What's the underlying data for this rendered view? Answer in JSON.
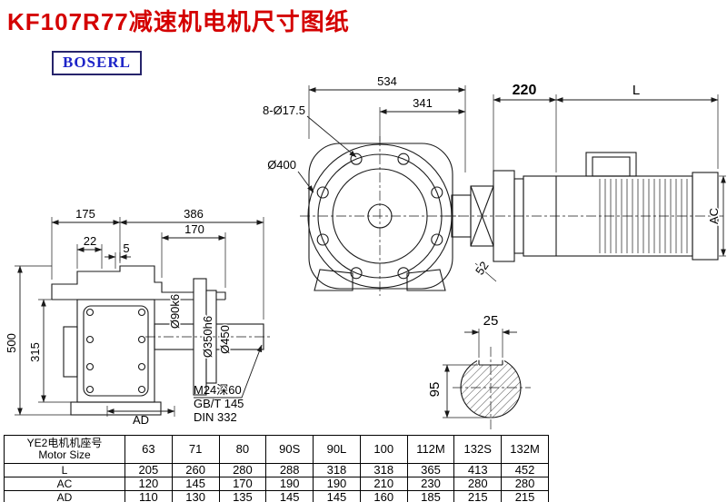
{
  "page": {
    "title": "KF107R77减速机电机尺寸图纸",
    "brand": "BOSERL"
  },
  "front_view": {
    "dim_534": "534",
    "dim_341": "341",
    "bolt_holes": "8-Ø17.5",
    "dim_400": "Ø400",
    "dim_220": "220",
    "dim_L": "L",
    "dim_AC": "AC",
    "dim_52": "52"
  },
  "side_view": {
    "dim_175": "175",
    "dim_386": "386",
    "dim_170": "170",
    "dim_22": "22",
    "dim_5": "5",
    "dim_500": "500",
    "dim_315": "315",
    "dim_shaft": "Ø90k6",
    "dim_350": "Ø350h6",
    "dim_450": "Ø450",
    "dim_AD": "AD",
    "thread_note": "M24深60",
    "standard_1": "GB/T 145",
    "standard_2": "DIN 332"
  },
  "section_view": {
    "dim_25": "25",
    "dim_95": "95"
  },
  "table": {
    "header_cn": "YE2电机机座号",
    "header_en": "Motor Size",
    "sizes": [
      "63",
      "71",
      "80",
      "90S",
      "90L",
      "100",
      "112M",
      "132S",
      "132M"
    ],
    "rows": [
      {
        "label": "L",
        "values": [
          "205",
          "260",
          "280",
          "288",
          "318",
          "318",
          "365",
          "413",
          "452"
        ]
      },
      {
        "label": "AC",
        "values": [
          "120",
          "145",
          "170",
          "190",
          "190",
          "210",
          "230",
          "280",
          "280"
        ]
      },
      {
        "label": "AD",
        "values": [
          "110",
          "130",
          "135",
          "145",
          "145",
          "160",
          "185",
          "215",
          "215"
        ]
      }
    ]
  }
}
